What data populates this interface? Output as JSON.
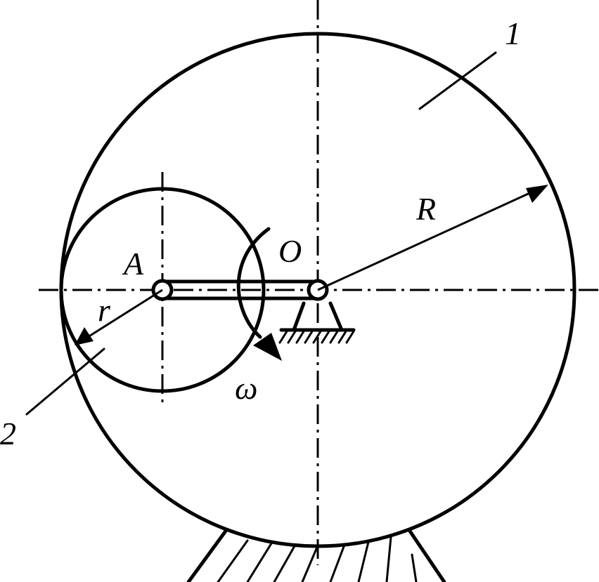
{
  "diagram": {
    "labels": {
      "part_1": "1",
      "part_2": "2",
      "big_radius": "R",
      "small_radius": "r",
      "point_A": "A",
      "point_O": "O",
      "angular_velocity": "ω"
    }
  }
}
